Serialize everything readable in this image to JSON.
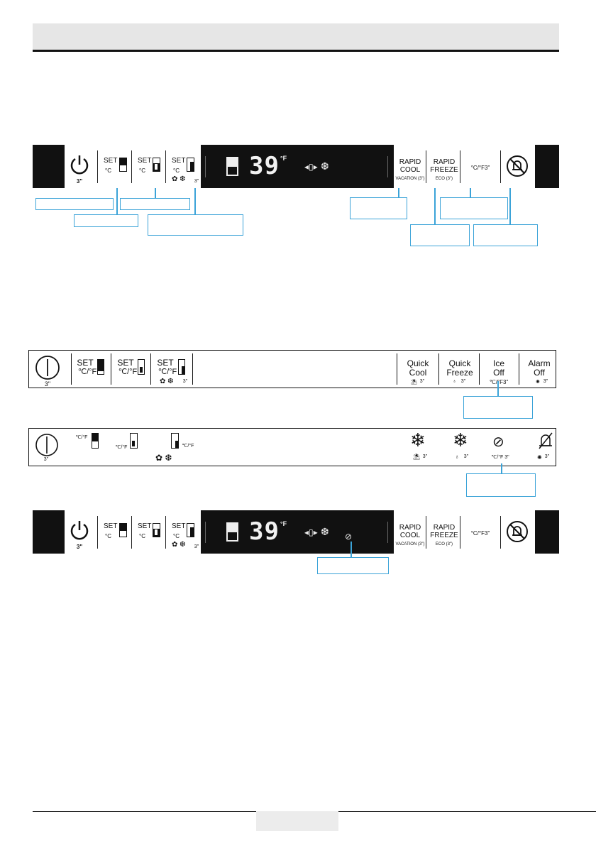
{
  "panel_a": {
    "power_sub": "3\"",
    "set1_top": "SET",
    "set1_unit": "°C",
    "set2_top": "SET",
    "set2_unit": "°C",
    "set3_top": "SET",
    "set3_unit": "°C",
    "set3_sub": "3\"",
    "temp": "39",
    "temp_unit": "°F",
    "rapid_cool_1": "RAPID",
    "rapid_cool_2": "COOL",
    "rapid_cool_sub": "VACATION (3\")",
    "rapid_freeze_1": "RAPID",
    "rapid_freeze_2": "FREEZE",
    "rapid_freeze_sub": "ECO (3\")",
    "unit_toggle": "°C/°F3\""
  },
  "panel_b": {
    "power_sub": "3\"",
    "set1_top": "SET",
    "set1_unit": "℃/°F",
    "set2_top": "SET",
    "set2_unit": "℃/°F",
    "set3_top": "SET",
    "set3_unit": "℃/°F",
    "set3_sub": "3\"",
    "quick_cool_1": "Quick",
    "quick_cool_2": "Cool",
    "quick_cool_sub": "3\"",
    "quick_freeze_1": "Quick",
    "quick_freeze_2": "Freeze",
    "quick_freeze_sub": "3\"",
    "ice_off_1": "Ice",
    "ice_off_2": "Off",
    "ice_off_sub": "℃/°F3\"",
    "alarm_off_1": "Alarm",
    "alarm_off_2": "Off",
    "alarm_off_sub": "3\""
  },
  "panel_c": {
    "power_sub": "3\"",
    "set1_unit": "℃/°F",
    "set2_unit": "℃/°F",
    "set3_unit": "℃/°F",
    "cool_sub": "3\"",
    "freeze_sub": "3\"",
    "ice_sub": "℃/°F 3\"",
    "alarm_sub": "3\""
  },
  "panel_d": {
    "power_sub": "3\"",
    "set1_top": "SET",
    "set1_unit": "°C",
    "set2_top": "SET",
    "set2_unit": "°C",
    "set3_top": "SET",
    "set3_unit": "°C",
    "set3_sub": "3\"",
    "temp": "39",
    "temp_unit": "°F",
    "rapid_cool_1": "RAPID",
    "rapid_cool_2": "COOL",
    "rapid_cool_sub": "VACATION (3\")",
    "rapid_freeze_1": "RAPID",
    "rapid_freeze_2": "FREEZE",
    "rapid_freeze_sub": "ECO (3\")",
    "unit_toggle": "°C/°F3\""
  },
  "colors": {
    "callout": "#3ba3d8",
    "panel_dark": "#111111",
    "header": "#e6e6e6"
  }
}
